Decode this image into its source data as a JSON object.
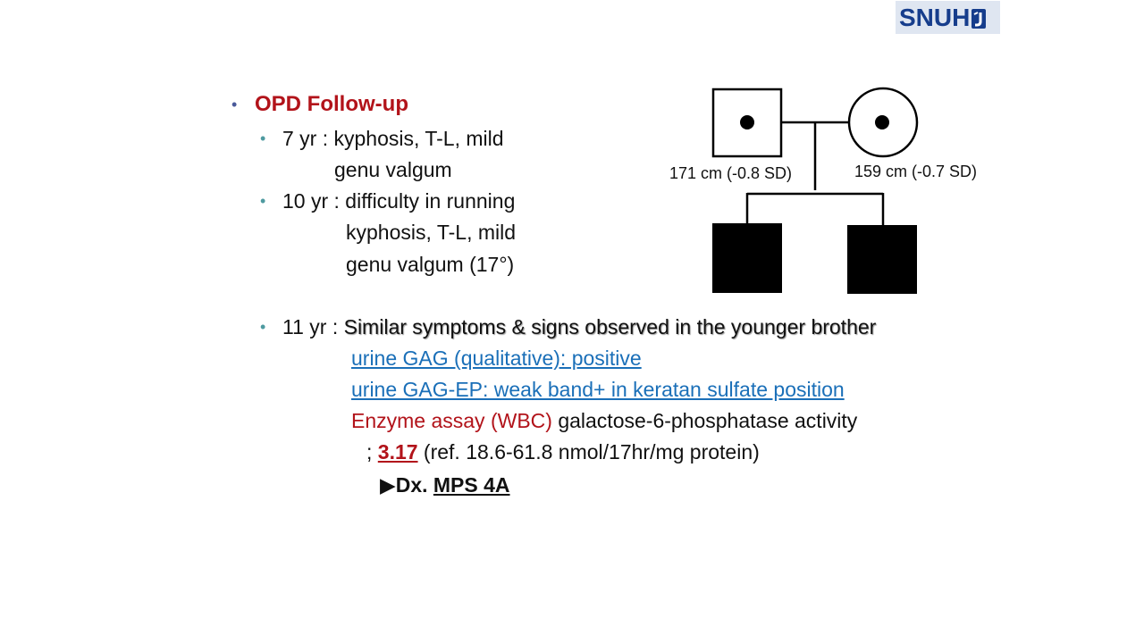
{
  "logo": {
    "text": "SNUH"
  },
  "heading": "OPD Follow-up",
  "items": {
    "yr7_line1": "7 yr : kyphosis, T-L, mild",
    "yr7_line2": "genu valgum",
    "yr10_line1": "10 yr : difficulty in running",
    "yr10_line2": "kyphosis, T-L, mild",
    "yr10_line3": "genu valgum (17°)",
    "yr11_prefix": "11 yr : ",
    "yr11_text": "Similar symptoms & signs observed in the younger brother",
    "urine_gag": "urine GAG (qualitative): positive",
    "urine_gag_ep": "urine GAG-EP: weak band+ in keratan sulfate position",
    "enzyme_label": "Enzyme assay (WBC)",
    "enzyme_text": " galactose-6-phosphatase activity",
    "result_prefix": "; ",
    "result_value": "3.17",
    "result_ref": " (ref. 18.6-61.8 nmol/17hr/mg protein)",
    "dx_arrow": "▶",
    "dx_label": "Dx. ",
    "dx_value": "MPS 4A"
  },
  "pedigree": {
    "father_label": "171 cm (-0.8 SD)",
    "mother_label": "159 cm (-0.7 SD)",
    "father": {
      "sex": "male",
      "status": "carrier"
    },
    "mother": {
      "sex": "female",
      "status": "carrier"
    },
    "children": [
      {
        "sex": "male",
        "status": "affected"
      },
      {
        "sex": "male",
        "status": "affected"
      }
    ]
  }
}
